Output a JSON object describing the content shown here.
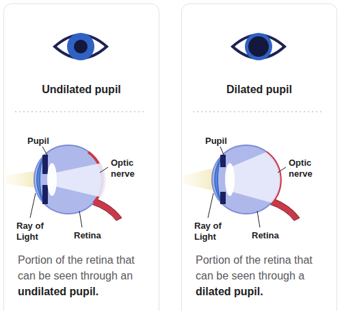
{
  "diagram": {
    "nodes": [
      {
        "text": [
          "Undilated pupil",
          "Portion of the retina that can be seen through an",
          "undilated pupil."
        ]
      },
      {
        "text": [
          "Dilated pupil",
          "Portion of the retina that can be seen through a",
          "dilated pupil."
        ]
      }
    ],
    "labels": [
      "Pupil",
      "Optic nerve",
      "Ray of Light",
      "Retina",
      "Pupil",
      "Optic nerve",
      "Ray of Light",
      "Retina"
    ]
  }
}
